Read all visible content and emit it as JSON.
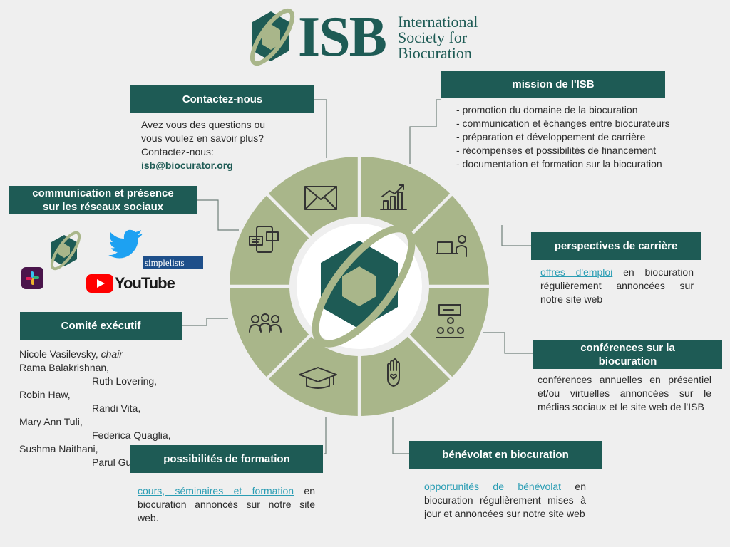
{
  "logo": {
    "acronym": "ISB",
    "line1": "International",
    "line2": "Society for",
    "line3": "Biocuration"
  },
  "contact": {
    "header": "Contactez-nous",
    "line1": "Avez vous des questions ou",
    "line2": "vous voulez en savoir plus?",
    "line3": "Contactez-nous:",
    "email": "isb@biocurator.org"
  },
  "mission": {
    "header": "mission de l'ISB",
    "items": [
      "- promotion du domaine de la biocuration",
      "- communication et échanges entre biocurateurs",
      "- préparation et développement de carrière",
      "- récompenses et possibilités de financement",
      "- documentation et formation sur la biocuration"
    ]
  },
  "social": {
    "header_line1": "communication et présence",
    "header_line2": "sur les réseaux sociaux",
    "simplelists": "simplelists",
    "youtube": "YouTube"
  },
  "career": {
    "header": "perspectives  de carrière",
    "link": "offres d'emploi",
    "text": " en biocuration régulièrement annoncées sur notre site web"
  },
  "committee": {
    "header": "Comité exécutif",
    "members": [
      {
        "name": "Nicole Vasilevsky, ",
        "role": "chair"
      },
      {
        "name": "Rama Balakrishnan,"
      },
      {
        "name": "Ruth Lovering,"
      },
      {
        "name": "Robin Haw,"
      },
      {
        "name": "Randi Vita,"
      },
      {
        "name": "Mary Ann Tuli,"
      },
      {
        "name": "Federica Quaglia,"
      },
      {
        "name": "Sushma Naithani,"
      },
      {
        "name": "Parul Gupta"
      }
    ]
  },
  "conferences": {
    "header_line1": "conférences sur la",
    "header_line2": "biocuration",
    "text": "conférences annuelles en présentiel et/ou virtuelles annoncées sur le médias sociaux et le site web de l'ISB"
  },
  "training": {
    "header": "possibilités de formation",
    "link": "cours, séminaires et formation",
    "text": " en biocuration annoncés sur notre site web."
  },
  "volunteer": {
    "header": "bénévolat en biocuration",
    "link": "opportunités de bénévolat",
    "text": " en biocuration régulièrement mises à jour et annoncées sur notre site web"
  },
  "colors": {
    "primary": "#1e5b55",
    "wedge": "#a9b68a",
    "link": "#2a9db4",
    "background": "#efefef"
  },
  "wheel_icons": [
    "envelope-icon",
    "growth-chart-icon",
    "laptop-user-icon",
    "presentation-audience-icon",
    "raised-hand-heart-icon",
    "graduation-cap-icon",
    "team-icon",
    "phone-chat-icon"
  ]
}
